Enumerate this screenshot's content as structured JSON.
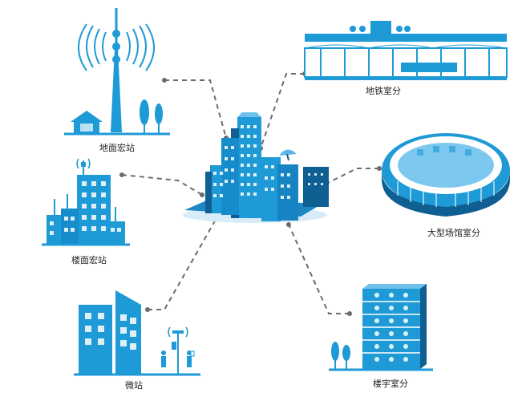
{
  "diagram": {
    "nodes": [
      {
        "id": "ground_macro",
        "label": "地面宏站",
        "icon": "cell-tower-icon"
      },
      {
        "id": "rooftop_macro",
        "label": "楼面宏站",
        "icon": "rooftop-tower-icon"
      },
      {
        "id": "micro",
        "label": "微站",
        "icon": "micro-station-icon"
      },
      {
        "id": "metro_indoor",
        "label": "地铁室分",
        "icon": "metro-train-icon"
      },
      {
        "id": "stadium_indoor",
        "label": "大型场馆室分",
        "icon": "stadium-icon"
      },
      {
        "id": "building_indoor",
        "label": "楼宇室分",
        "icon": "building-icon"
      }
    ],
    "hub_icon": "city-hub-icon"
  },
  "colors": {
    "primary": "#1e9ad6",
    "light": "#7cc8ef",
    "dark": "#0f5f93",
    "connector": "#666666"
  }
}
